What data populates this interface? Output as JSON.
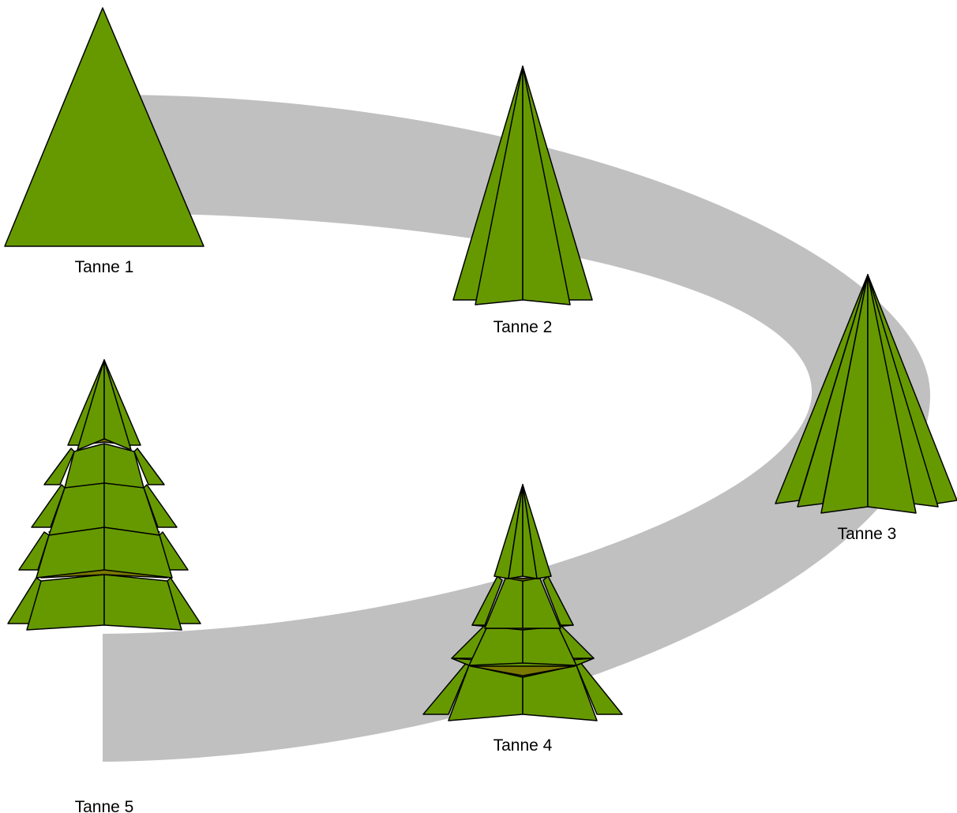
{
  "colors": {
    "foliage": "#669900",
    "foliage_dark": "#7a7a00",
    "outline": "#000000",
    "track": "#c0c0c0",
    "background": "#ffffff"
  },
  "trees": [
    {
      "id": "tree-1",
      "label": "Tanne 1"
    },
    {
      "id": "tree-2",
      "label": "Tanne 2"
    },
    {
      "id": "tree-3",
      "label": "Tanne 3"
    },
    {
      "id": "tree-4",
      "label": "Tanne 4"
    },
    {
      "id": "tree-5",
      "label": "Tanne 5"
    }
  ]
}
